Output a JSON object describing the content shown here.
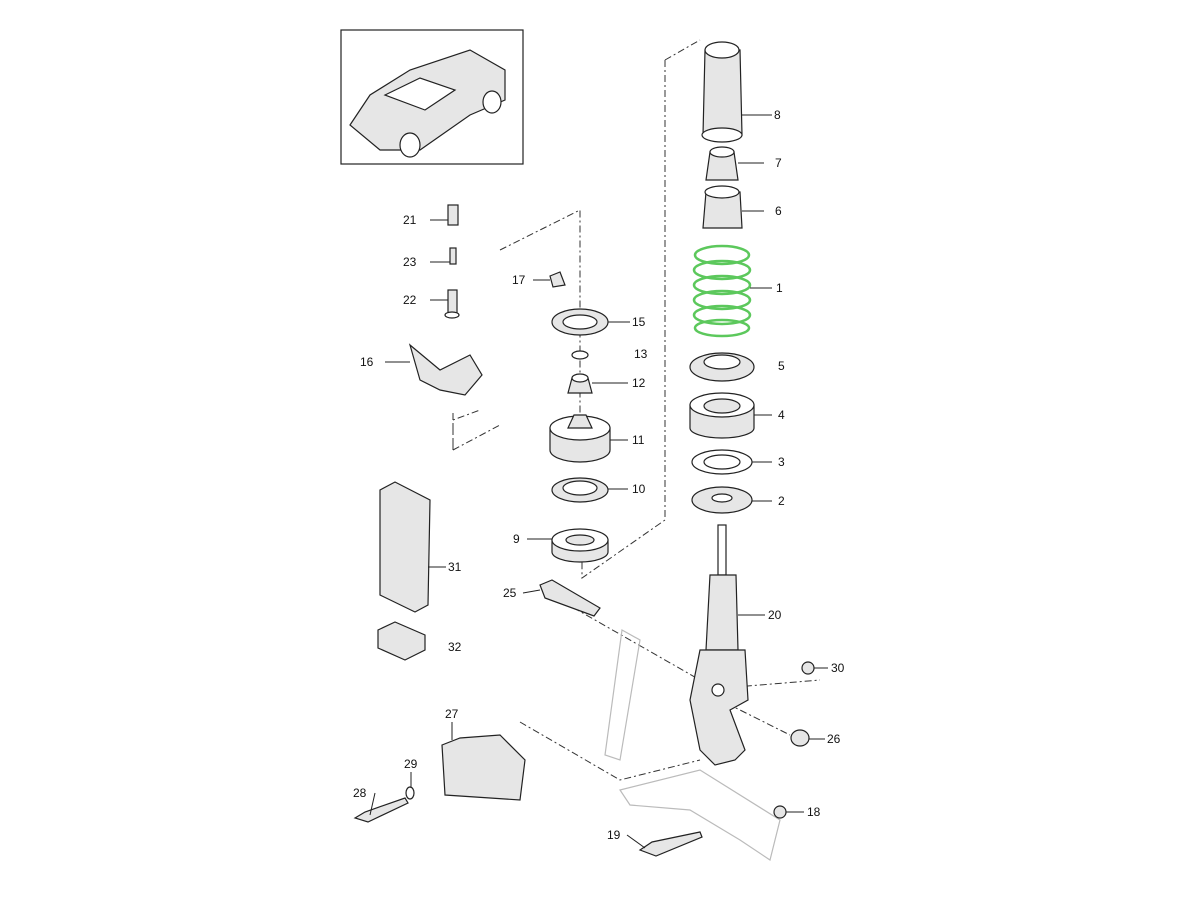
{
  "title": "Front axle suspension strut exploded parts diagram",
  "colors": {
    "highlight": "#5cc85c",
    "line": "#222222"
  },
  "labels": {
    "p1": "1",
    "p2": "2",
    "p3": "3",
    "p4": "4",
    "p5": "5",
    "p6": "6",
    "p7": "7",
    "p8": "8",
    "p9": "9",
    "p10": "10",
    "p11": "11",
    "p12": "12",
    "p13": "13",
    "p15": "15",
    "p16": "16",
    "p17": "17",
    "p18": "18",
    "p19": "19",
    "p20": "20",
    "p21": "21",
    "p22": "22",
    "p23": "23",
    "p25": "25",
    "p26": "26",
    "p27": "27",
    "p28": "28",
    "p29": "29",
    "p30": "30",
    "p31": "31",
    "p32": "32"
  }
}
